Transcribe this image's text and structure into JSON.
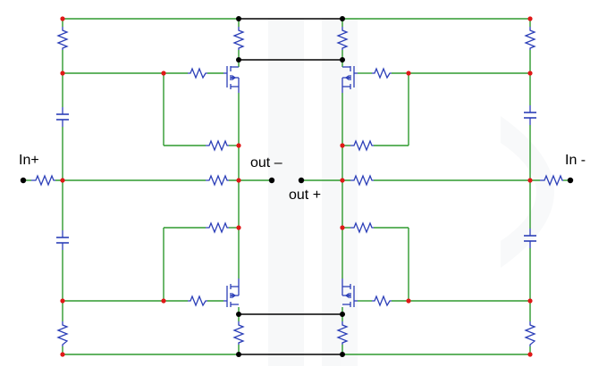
{
  "diagram": {
    "labels": {
      "in_plus": "In+",
      "in_minus": "In -",
      "out_minus": "out –",
      "out_plus": "out +"
    },
    "colors": {
      "wire_main": "#2e9a2e",
      "wire_bus": "#000000",
      "component": "#2c3fb8",
      "node": "#e01818",
      "terminal": "#000000"
    }
  }
}
